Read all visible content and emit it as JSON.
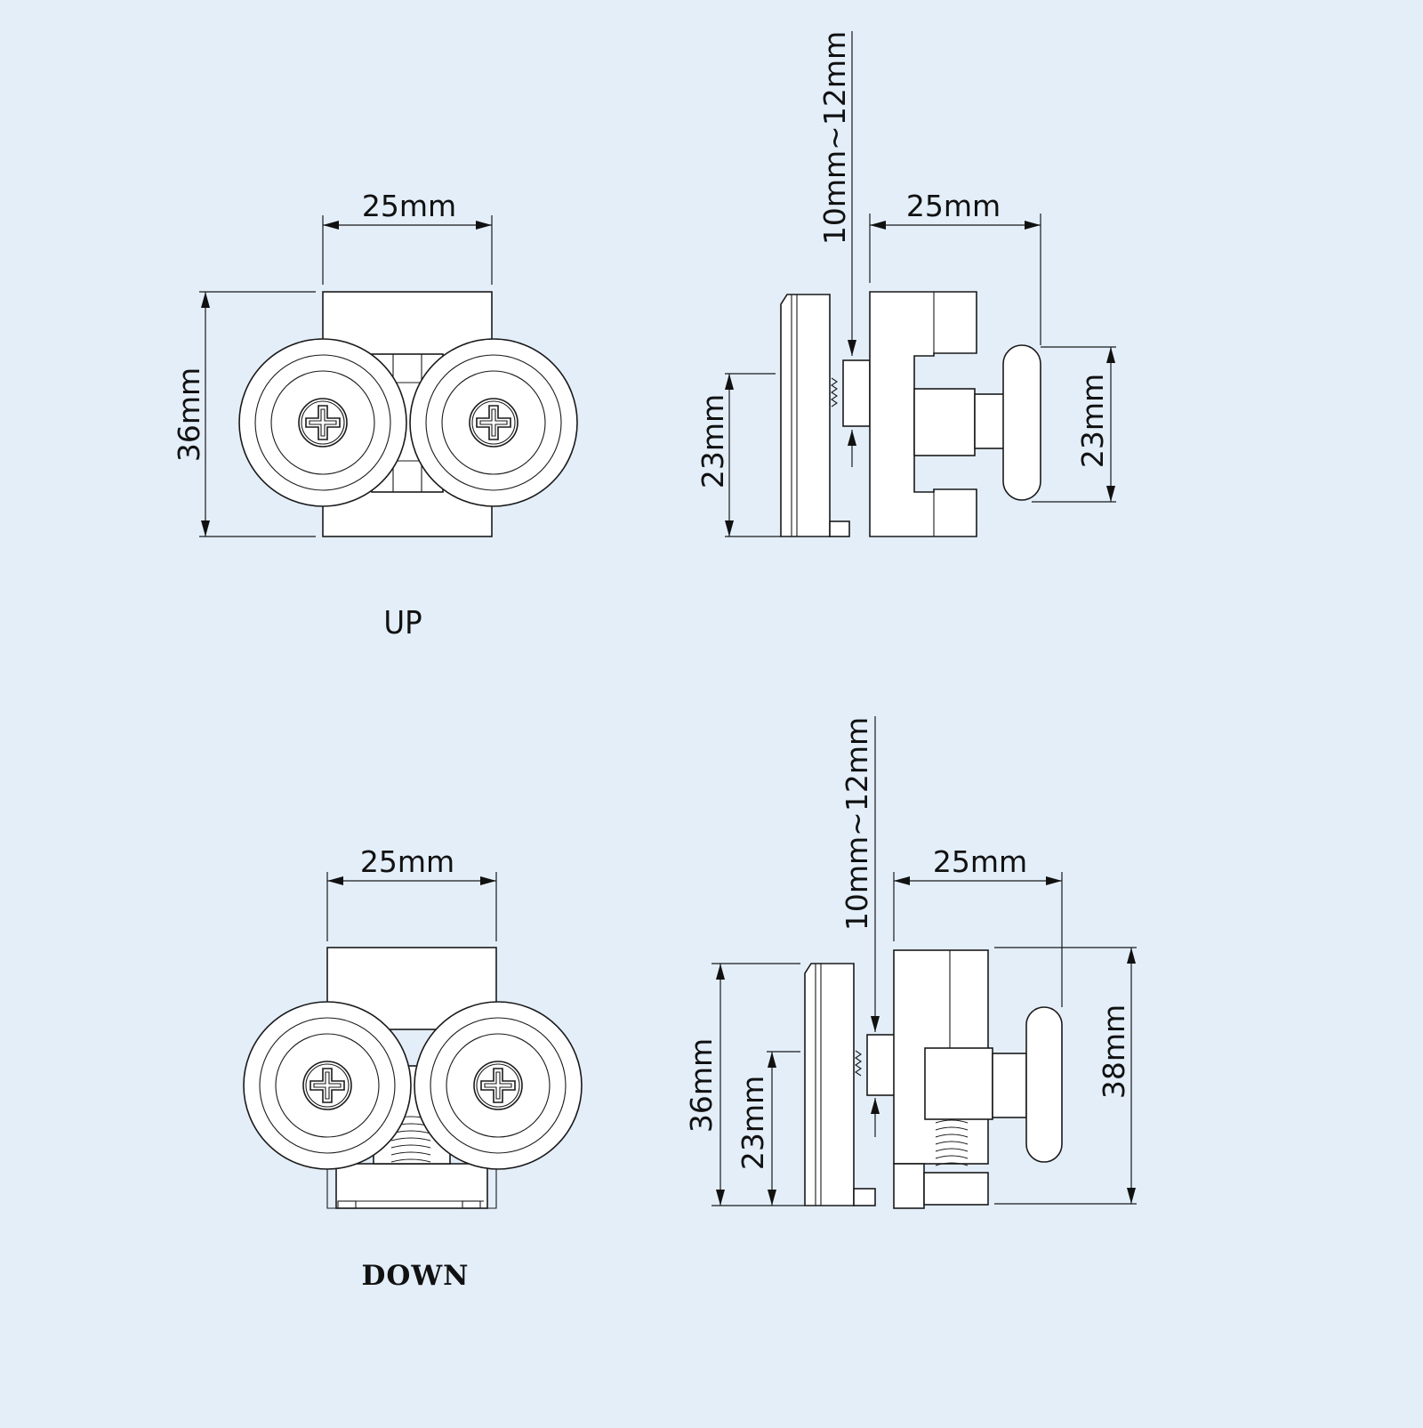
{
  "up": {
    "label": "UP",
    "front": {
      "width_label": "25mm",
      "height_label": "36mm"
    },
    "side": {
      "gap_label": "10mm~12mm",
      "width_label": "25mm",
      "left_height_label": "23mm",
      "right_height_label": "23mm"
    }
  },
  "down": {
    "label": "DOWN",
    "front": {
      "width_label": "25mm"
    },
    "side": {
      "gap_label": "10mm~12mm",
      "width_label": "25mm",
      "total_height_label": "36mm",
      "inner_height_label": "23mm",
      "right_height_label": "38mm"
    }
  },
  "colors": {
    "background": "#e3eef9",
    "line": "#1a1a1a",
    "fill": "#ffffff"
  }
}
